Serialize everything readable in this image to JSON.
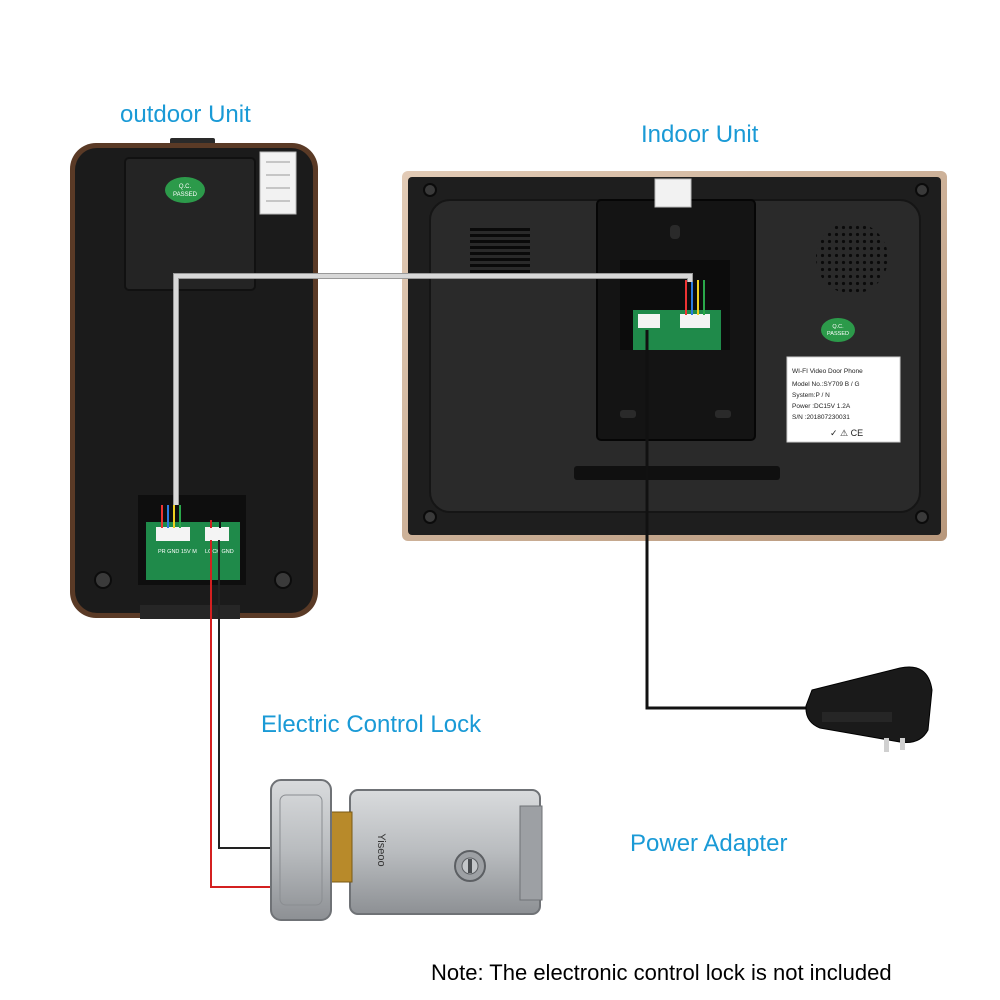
{
  "labels": {
    "outdoor_unit": "outdoor Unit",
    "indoor_unit": "Indoor Unit",
    "electric_control_lock": "Electric Control Lock",
    "power_adapter": "Power Adapter"
  },
  "note": "Note:  The electronic control lock is not included",
  "indoor_sticker": {
    "title": "WI-FI Video Door Phone",
    "model": "Model No.:SY709 B / G",
    "system": "System:P / N",
    "power": "Power :DC15V  1.2A",
    "serial": "S/N :201807230031",
    "marks": "✓ ⚠ CE"
  },
  "qc_badge": {
    "line1": "Q.C.",
    "line2": "PASSED"
  },
  "terminal_labels": {
    "outdoor_left": "PR GND 15V  M",
    "outdoor_right": "LOCK GND"
  },
  "lock_brand": "Yiseoo",
  "colors": {
    "label_blue": "#1a9ad6",
    "unit_black": "#1b1b1b",
    "frame_gold": "#c9ad93",
    "pcb_green": "#1f8a4a",
    "wire_grey": "#c8c8c8",
    "wire_red": "#d42020",
    "lock_silver": "#b9bcbf"
  }
}
